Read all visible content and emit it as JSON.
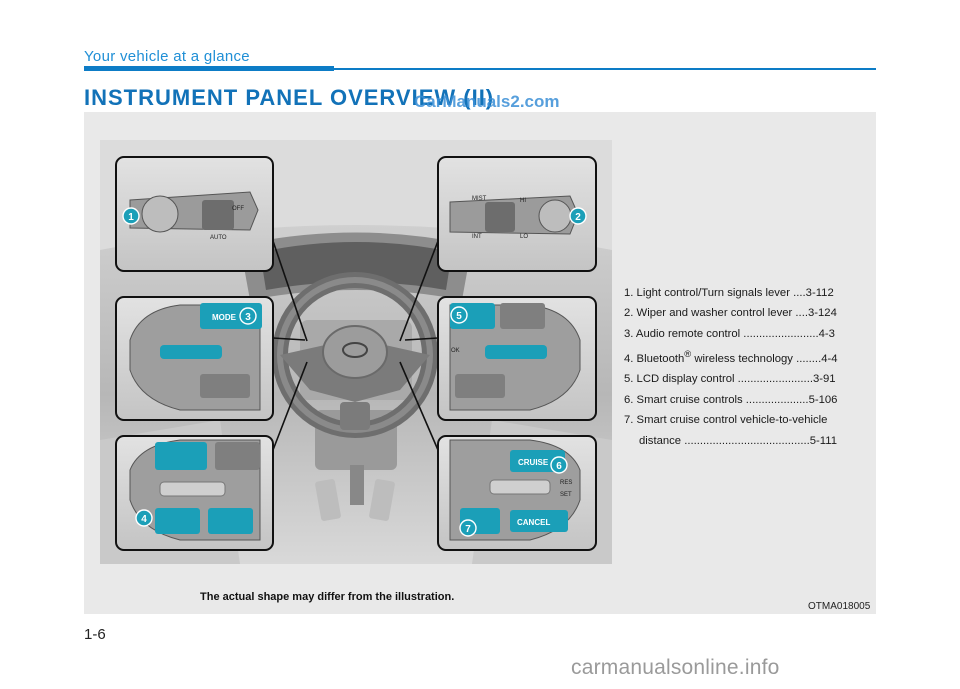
{
  "header": {
    "section": "Your vehicle at a glance",
    "title": "INSTRUMENT PANEL OVERVIEW (II)",
    "watermark": "CarManuals2.com"
  },
  "colors": {
    "accent": "#1272b8",
    "control_highlight": "#1b9fb8",
    "panel_bg": "#e9e9e9"
  },
  "illustration": {
    "callouts": [
      "1",
      "2",
      "3",
      "4",
      "5",
      "6",
      "7"
    ],
    "button_labels": {
      "mode": "MODE",
      "cruise": "CRUISE",
      "cancel": "CANCEL",
      "res": "RES",
      "set": "SET",
      "ok": "OK"
    },
    "lever_labels": {
      "auto": "AUTO",
      "off": "OFF",
      "mist": "MIST",
      "int": "INT",
      "lo": "LO",
      "hi": "HI"
    }
  },
  "legend": [
    {
      "text": "1. Light control/Turn signals lever  ....3-112"
    },
    {
      "text": "2. Wiper and washer control lever ....3-124"
    },
    {
      "text": "3. Audio remote control ........................4-3"
    },
    {
      "text_before": "4. Bluetooth",
      "sup": "®",
      "text_after": " wireless technology ........4-4"
    },
    {
      "text": "5. LCD display control ........................3-91"
    },
    {
      "text": "6. Smart cruise controls ....................5-106"
    },
    {
      "text": "7. Smart cruise control vehicle-to-vehicle",
      "continuation": "distance ........................................5-111"
    }
  ],
  "caption": "The actual shape may differ from the illustration.",
  "image_code": "OTMA018005",
  "page_number": "1-6",
  "footer": "carmanualsonline.info"
}
